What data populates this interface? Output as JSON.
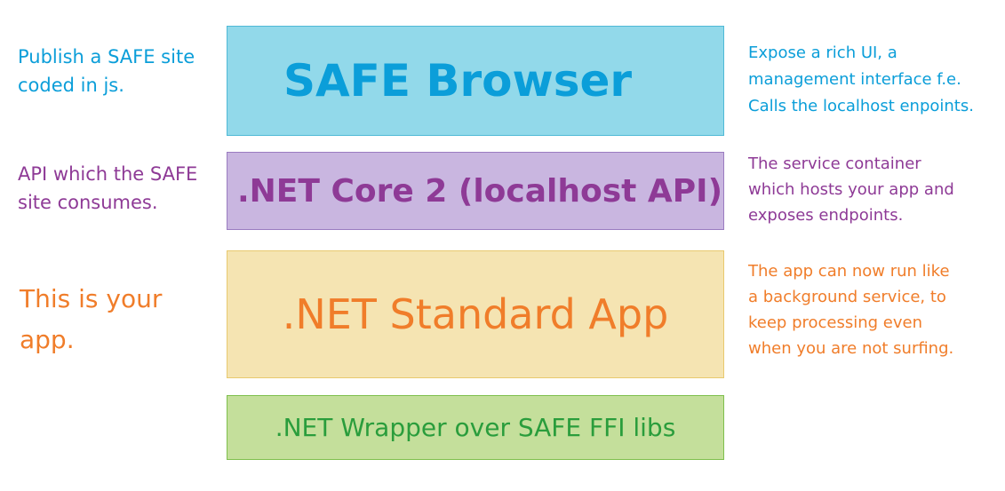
{
  "layers": [
    {
      "label": "SAFE Browser",
      "fill": "#92d9ea",
      "border": "#4fb9d6",
      "text_color": "#0b9ed9"
    },
    {
      "label": ".NET Core 2 (localhost API)",
      "fill": "#c9b6e0",
      "border": "#9a7cc0",
      "text_color": "#8e3a96"
    },
    {
      "label": ".NET Standard App",
      "fill": "#f5e4b2",
      "border": "#e8c96f",
      "text_color": "#f07d2a"
    },
    {
      "label": ".NET Wrapper over SAFE FFI libs",
      "fill": "#c4df9b",
      "border": "#7fbf4d",
      "text_color": "#2a9d3c"
    }
  ],
  "left_notes": [
    {
      "lines": [
        "Publish a SAFE site",
        "coded in js."
      ],
      "color": "#0b9ed9"
    },
    {
      "lines": [
        "API which the SAFE",
        "site consumes."
      ],
      "color": "#8e3a96"
    },
    {
      "lines": [
        "This is your",
        "app."
      ],
      "color": "#f07d2a"
    }
  ],
  "right_notes": [
    {
      "lines": [
        "Expose a rich UI, a",
        "management interface f.e.",
        "Calls the localhost enpoints."
      ],
      "color": "#0b9ed9"
    },
    {
      "lines": [
        "The service container",
        "which hosts your app and",
        "exposes endpoints."
      ],
      "color": "#8e3a96"
    },
    {
      "lines": [
        "The app can now run like",
        "a background service, to",
        "keep processing even",
        "when you are not surfing."
      ],
      "color": "#f07d2a"
    }
  ]
}
